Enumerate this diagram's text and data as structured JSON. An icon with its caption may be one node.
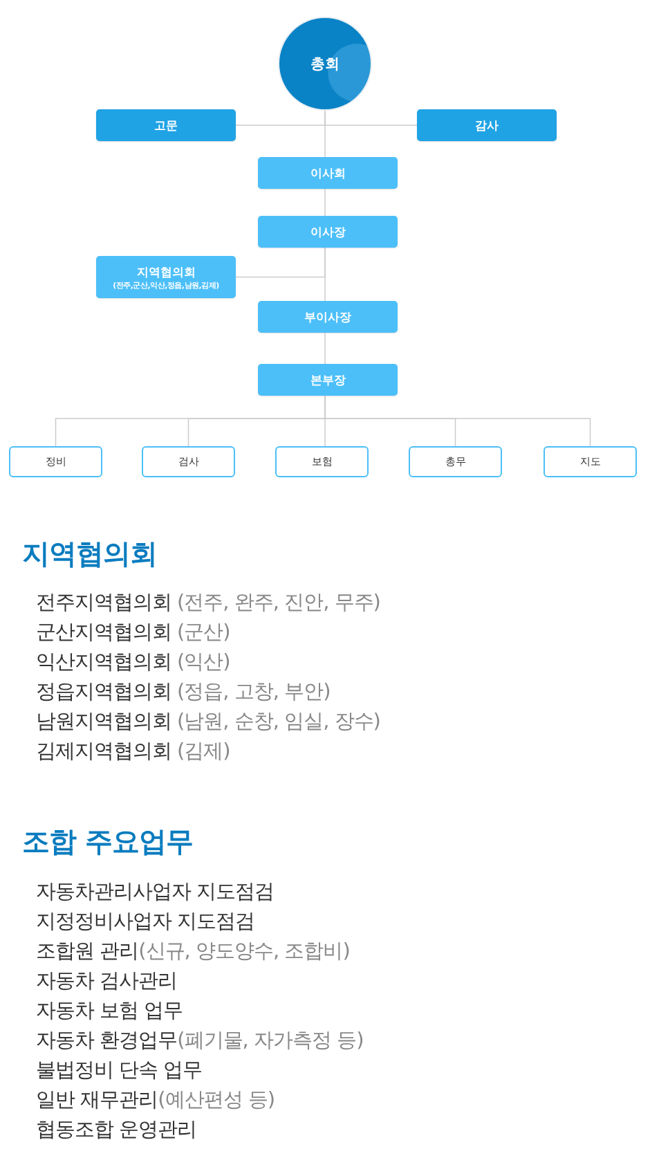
{
  "diagram": {
    "nodes": [
      {
        "text": [
          "총회"
        ]
      },
      {
        "text": [
          "고문"
        ]
      },
      {
        "text": [
          "감사"
        ]
      },
      {
        "text": [
          "이사회"
        ]
      },
      {
        "text": [
          "이사장"
        ]
      },
      {
        "text": [
          "지역협의회",
          "(전주,군산,익산,정읍,남원,김제)"
        ]
      },
      {
        "text": [
          "부이사장"
        ]
      },
      {
        "text": [
          "본부장"
        ]
      },
      {
        "text": [
          "정비"
        ]
      },
      {
        "text": [
          "검사"
        ]
      },
      {
        "text": [
          "보험"
        ]
      },
      {
        "text": [
          "총무"
        ]
      },
      {
        "text": [
          "지도"
        ]
      }
    ],
    "edges": [
      {
        "from": 0,
        "to": 1,
        "arrow": "none"
      },
      {
        "from": 0,
        "to": 2,
        "arrow": "none"
      },
      {
        "from": 0,
        "to": 3,
        "arrow": "none"
      },
      {
        "from": 3,
        "to": 4,
        "arrow": "none"
      },
      {
        "from": 4,
        "to": 5,
        "arrow": "none"
      },
      {
        "from": 4,
        "to": 6,
        "arrow": "none"
      },
      {
        "from": 6,
        "to": 7,
        "arrow": "none"
      },
      {
        "from": 7,
        "to": 8,
        "arrow": "none"
      },
      {
        "from": 7,
        "to": 9,
        "arrow": "none"
      },
      {
        "from": 7,
        "to": 10,
        "arrow": "none"
      },
      {
        "from": 7,
        "to": 11,
        "arrow": "none"
      },
      {
        "from": 7,
        "to": 12,
        "arrow": "none"
      }
    ],
    "labels": [
      "지역협의회",
      "전주지역협의회",
      "(전주, 완주, 진안, 무주)",
      "군산지역협의회",
      "(군산)",
      "익산지역협의회",
      "(익산)",
      "정읍지역협의회",
      "(정읍, 고창, 부안)",
      "남원지역협의회",
      "(남원, 순창, 임실, 장수)",
      "김제지역협의회",
      "(김제)",
      "조합 주요업무",
      "자동차관리사업자 지도점검",
      "지정정비사업자 지도점검",
      "조합원 관리",
      "(신규, 양도양수, 조합비)",
      "자동차 검사관리",
      "자동차 보험 업무",
      "자동차 환경업무",
      "(폐기물, 자가측정 등)",
      "불법정비 단속 업무",
      "일반 재무관리",
      "(예산편성 등)",
      "협동조합 운영관리"
    ]
  }
}
